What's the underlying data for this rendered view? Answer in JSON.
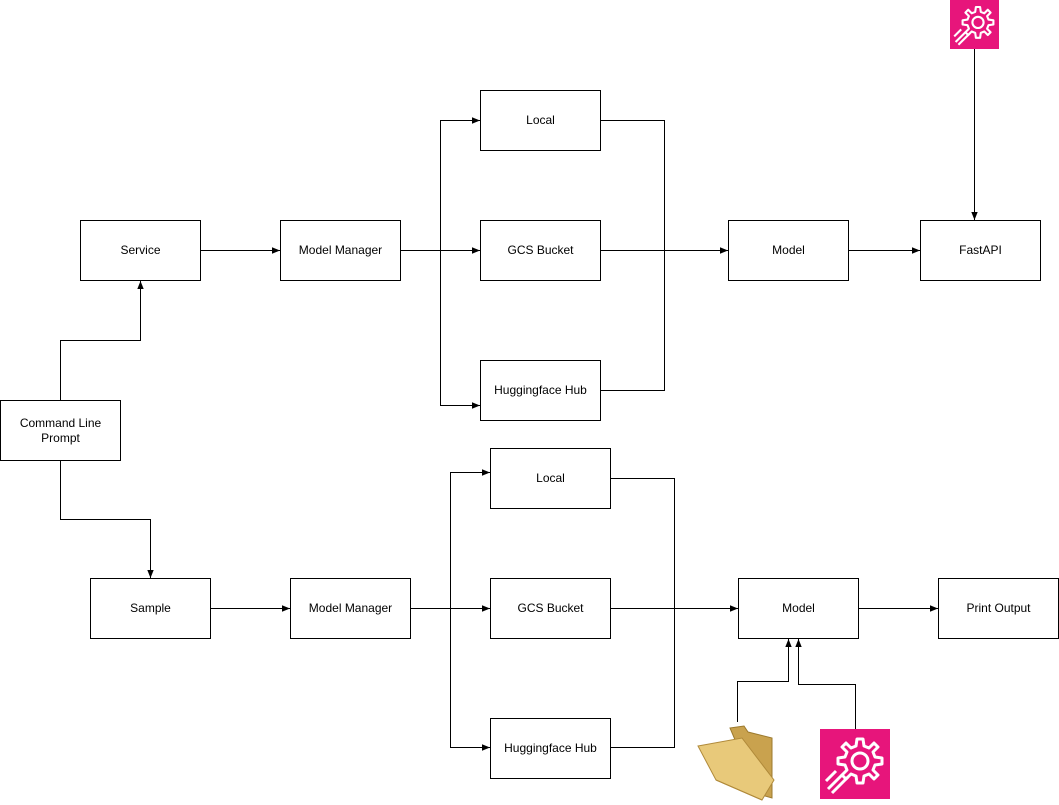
{
  "diagram": {
    "nodes": {
      "cli": "Command Line Prompt",
      "service": "Service",
      "model_manager_top": "Model Manager",
      "local_top": "Local",
      "gcs_top": "GCS Bucket",
      "hf_top": "Huggingface Hub",
      "model_top": "Model",
      "fastapi": "FastAPI",
      "sample": "Sample",
      "model_manager_bottom": "Model Manager",
      "local_bottom": "Local",
      "gcs_bottom": "GCS Bucket",
      "hf_bottom": "Huggingface Hub",
      "model_bottom": "Model",
      "print_output": "Print Output"
    },
    "icons": {
      "service_icon_top": "gear-service-icon",
      "service_icon_bottom": "gear-service-icon",
      "folder_icon": "folder-icon"
    },
    "colors": {
      "service_icon_bg": "#E7157B",
      "folder": "#E8C97A",
      "line": "#000000"
    }
  }
}
